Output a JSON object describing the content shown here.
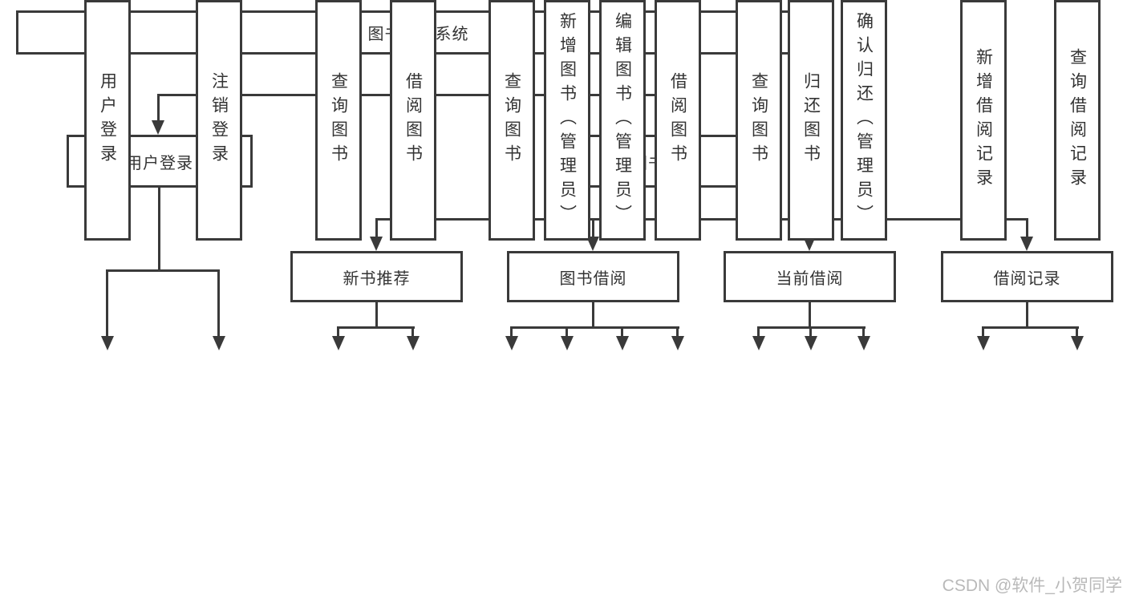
{
  "tree": {
    "root": {
      "label": "图书管理系统"
    },
    "branches": [
      {
        "label": "用户登录",
        "children": [
          {
            "label": "用户登录"
          },
          {
            "label": "注销登录"
          }
        ]
      },
      {
        "label": "图书管理",
        "sections": [
          {
            "label": "新书推荐",
            "children": [
              {
                "label": "查询图书"
              },
              {
                "label": "借阅图书"
              }
            ]
          },
          {
            "label": "图书借阅",
            "children": [
              {
                "label": "查询图书"
              },
              {
                "label": "新增图书（管理员）"
              },
              {
                "label": "编辑图书（管理员）"
              },
              {
                "label": "借阅图书"
              }
            ]
          },
          {
            "label": "当前借阅",
            "children": [
              {
                "label": "查询图书"
              },
              {
                "label": "归还图书"
              },
              {
                "label": "确认归还（管理员）"
              }
            ]
          },
          {
            "label": "借阅记录",
            "children": [
              {
                "label": "新增借阅记录"
              },
              {
                "label": "查询借阅记录"
              }
            ]
          }
        ]
      }
    ]
  },
  "watermark": {
    "text": "CSDN @软件_小贺同学"
  },
  "colors": {
    "line": "#3a3a3a",
    "text": "#333333",
    "watermark": "#b9b9b9",
    "background": "#ffffff"
  }
}
